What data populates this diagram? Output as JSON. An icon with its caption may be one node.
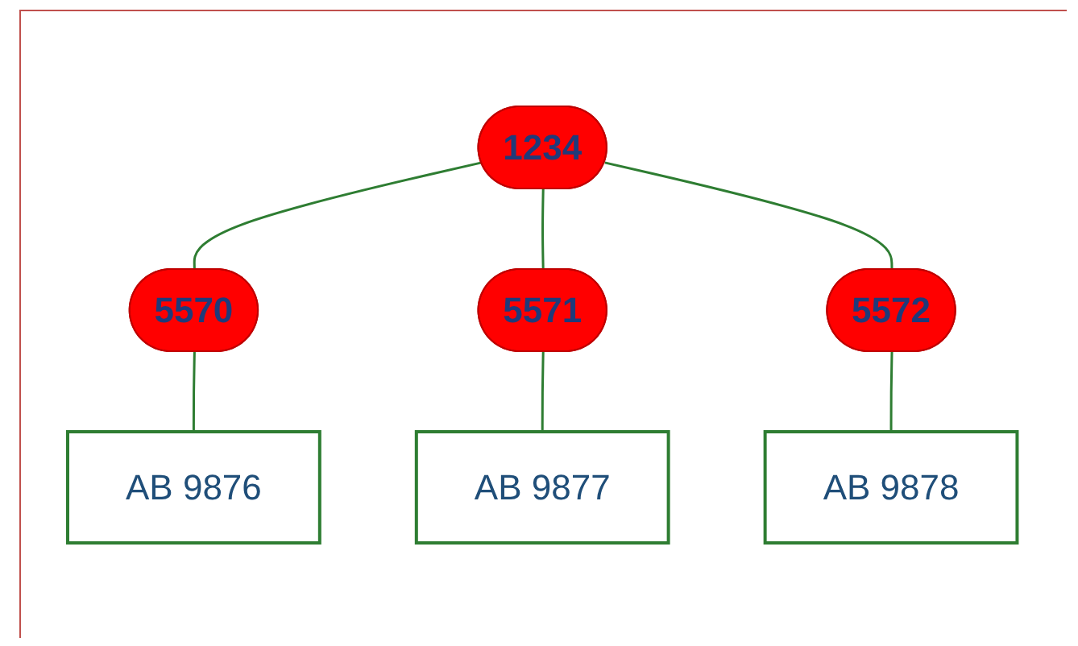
{
  "diagram": {
    "nodes": [
      {
        "text": [
          "1234"
        ]
      },
      {
        "text": [
          "5570"
        ]
      },
      {
        "text": [
          "5571"
        ]
      },
      {
        "text": [
          "5572"
        ]
      },
      {
        "text": [
          "AB 9876"
        ]
      },
      {
        "text": [
          "AB 9877"
        ]
      },
      {
        "text": [
          "AB 9878"
        ]
      }
    ],
    "edges": [
      {
        "from": 0,
        "to": 1,
        "arrow": "none"
      },
      {
        "from": 0,
        "to": 2,
        "arrow": "none"
      },
      {
        "from": 0,
        "to": 3,
        "arrow": "none"
      },
      {
        "from": 1,
        "to": 4,
        "arrow": "none"
      },
      {
        "from": 2,
        "to": 5,
        "arrow": "none"
      },
      {
        "from": 3,
        "to": 6,
        "arrow": "none"
      }
    ]
  }
}
